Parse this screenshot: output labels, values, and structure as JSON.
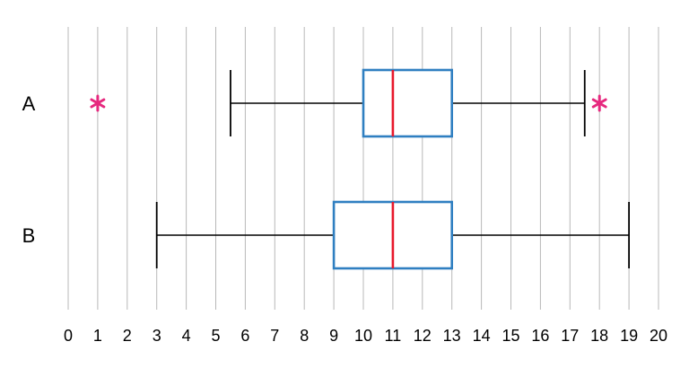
{
  "chart_data": {
    "type": "boxplot",
    "orientation": "horizontal",
    "title": "",
    "xlabel": "",
    "ylabel": "",
    "xlim": [
      0,
      20
    ],
    "x_ticks": [
      0,
      1,
      2,
      3,
      4,
      5,
      6,
      7,
      8,
      9,
      10,
      11,
      12,
      13,
      14,
      15,
      16,
      17,
      18,
      19,
      20
    ],
    "grid": "vertical",
    "series": [
      {
        "name": "A",
        "whisker_low": 5.5,
        "q1": 10,
        "median": 11,
        "q3": 13,
        "whisker_high": 17.5,
        "outliers": [
          1,
          18
        ]
      },
      {
        "name": "B",
        "whisker_low": 3,
        "q1": 9,
        "median": 11,
        "q3": 13,
        "whisker_high": 19,
        "outliers": []
      }
    ],
    "colors": {
      "box": "#2f7fc1",
      "median": "#e8192c",
      "whisker": "#000000",
      "outlier": "#e6287e",
      "grid": "#b8b8b8"
    }
  }
}
